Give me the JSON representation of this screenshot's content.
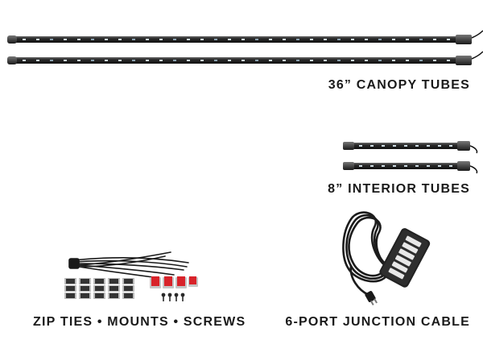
{
  "products": {
    "canopy": {
      "caption": "36” CANOPY TUBES"
    },
    "interior": {
      "caption": "8” INTERIOR TUBES"
    },
    "kit": {
      "caption": "ZIP TIES • MOUNTS • SCREWS"
    },
    "cable": {
      "caption": "6-PORT JUNCTION CABLE"
    }
  },
  "colors": {
    "tube_body": "#2b2b2b",
    "tube_highlight": "#5a5a5a",
    "led": "#d9e4ea",
    "mount_red": "#d8232a",
    "mount_black": "#333333",
    "cable": "#1c1c1c"
  },
  "icons": {
    "canopy": "led-tube-long",
    "interior": "led-tube-short",
    "kit": "hardware-kit",
    "cable": "junction-box"
  }
}
